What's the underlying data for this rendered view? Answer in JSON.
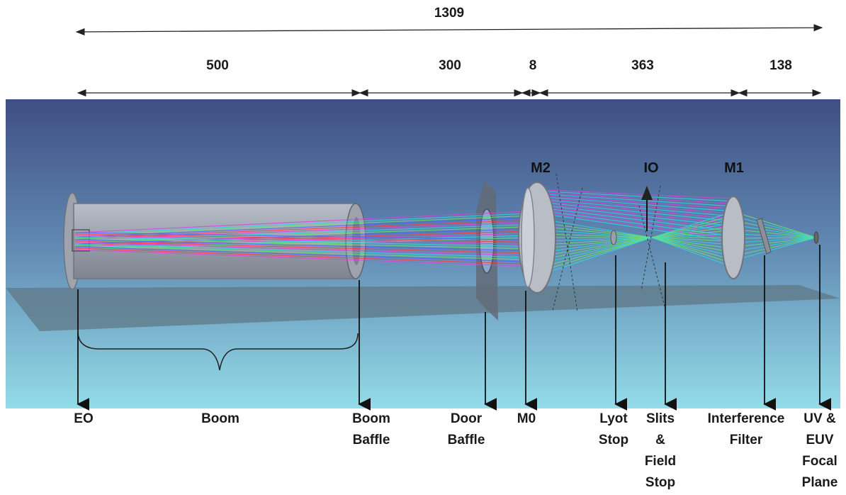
{
  "dimensions": {
    "total": "1309",
    "segments": [
      {
        "id": "boom",
        "label": "500"
      },
      {
        "id": "door",
        "label": "300"
      },
      {
        "id": "m0gap",
        "label": "8"
      },
      {
        "id": "relay",
        "label": "363"
      },
      {
        "id": "filter",
        "label": "138"
      }
    ],
    "boom_brace": "500"
  },
  "mirror_labels": {
    "m2": "M2",
    "io": "IO",
    "m1": "M1"
  },
  "components": [
    {
      "id": "eo",
      "label": "EO"
    },
    {
      "id": "boom",
      "label": "Boom"
    },
    {
      "id": "boom-baffle",
      "label": "Boom\nBaffle"
    },
    {
      "id": "door-baffle",
      "label": "Door\nBaffle"
    },
    {
      "id": "m0",
      "label": "M0"
    },
    {
      "id": "lyot-stop",
      "label": "Lyot\nStop"
    },
    {
      "id": "slits-field-stop",
      "label": "Slits\n&\nField\nStop"
    },
    {
      "id": "interference-filter",
      "label": "Interference\nFilter"
    },
    {
      "id": "focal-plane",
      "label": "UV &\nEUV\nFocal\nPlane"
    }
  ],
  "colors": {
    "scene_top": "#3f4f83",
    "scene_bottom": "#8fd6e4",
    "ray_magenta": "#e040e0",
    "ray_cyan": "#30d8e0",
    "ray_green": "#70e070"
  }
}
